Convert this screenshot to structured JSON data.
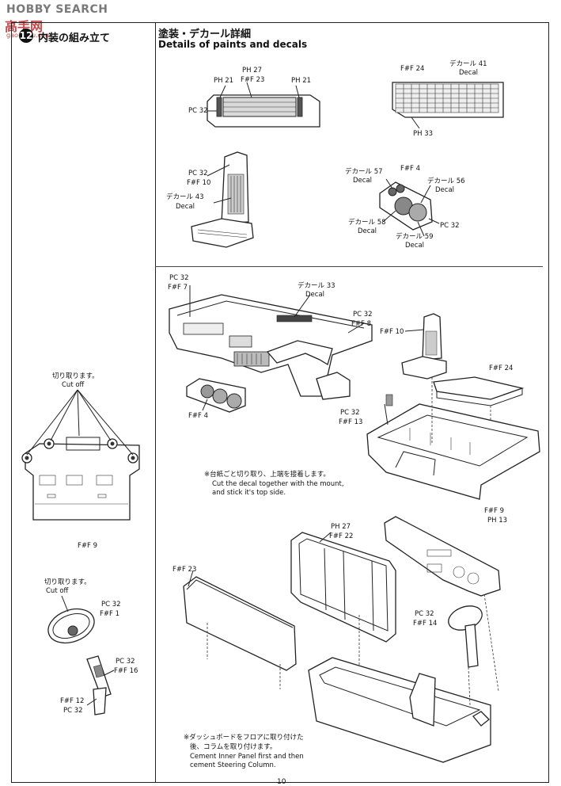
{
  "watermark": {
    "brand": "HOBBY SEARCH",
    "cn": "高手网",
    "site": "gao-shou.com"
  },
  "step": {
    "number": "12",
    "title": "内装の組み立て"
  },
  "header": {
    "title_ja": "塗装・デカール詳細",
    "title_en": "Details of paints and decals"
  },
  "labels": {
    "l1": "PH 27",
    "l2": "PH 21",
    "l3": "F#F 23",
    "l4": "PH 21",
    "l5": "PC 32",
    "l6": "F#F 24",
    "l7": "デカール 41",
    "l8": "Decal",
    "l9": "PH 33",
    "l10": "PC 32",
    "l11": "F#F 10",
    "l12": "デカール 43",
    "l13": "Decal",
    "l14": "F#F 4",
    "l15": "デカール 57",
    "l16": "Decal",
    "l17": "デカール 56",
    "l18": "Decal",
    "l19": "デカール 58",
    "l20": "Decal",
    "l21": "PC 32",
    "l22": "デカール 59",
    "l23": "Decal",
    "l24": "PC 32",
    "l25": "F#F 7",
    "l26": "デカール 33",
    "l27": "Decal",
    "l28": "PC 32",
    "l29": "F#F 8",
    "l30": "F#F 10",
    "l31": "F#F 24",
    "l32": "F#F 4",
    "l33": "PC 32",
    "l34": "F#F 13",
    "l35": "F#F 9",
    "l36": "PH 13",
    "l37": "PH 27",
    "l38": "F#F 22",
    "l39": "F#F 23",
    "l40": "PC 32",
    "l41": "F#F 14",
    "c1": "切り取ります。",
    "c2": "Cut off",
    "c3": "F#F 9",
    "c4": "切り取ります。",
    "c5": "Cut off",
    "c6": "PC 32",
    "c7": "F#F 1",
    "c8": "PC 32",
    "c9": "F#F 16",
    "c10": "F#F 12",
    "c11": "PC 32"
  },
  "notes": {
    "n1_ja": "※台紙ごと切り取り、上端を接着します。",
    "n1_en1": "Cut the decal together with the mount,",
    "n1_en2": "and stick it's top side.",
    "n2_ja1": "※ダッシュボードをフロアに取り付けた",
    "n2_ja2": "後、コラムを取り付けます。",
    "n2_en1": "Cement Inner Panel first and then",
    "n2_en2": "cement Steering Column."
  },
  "page_number": "10"
}
